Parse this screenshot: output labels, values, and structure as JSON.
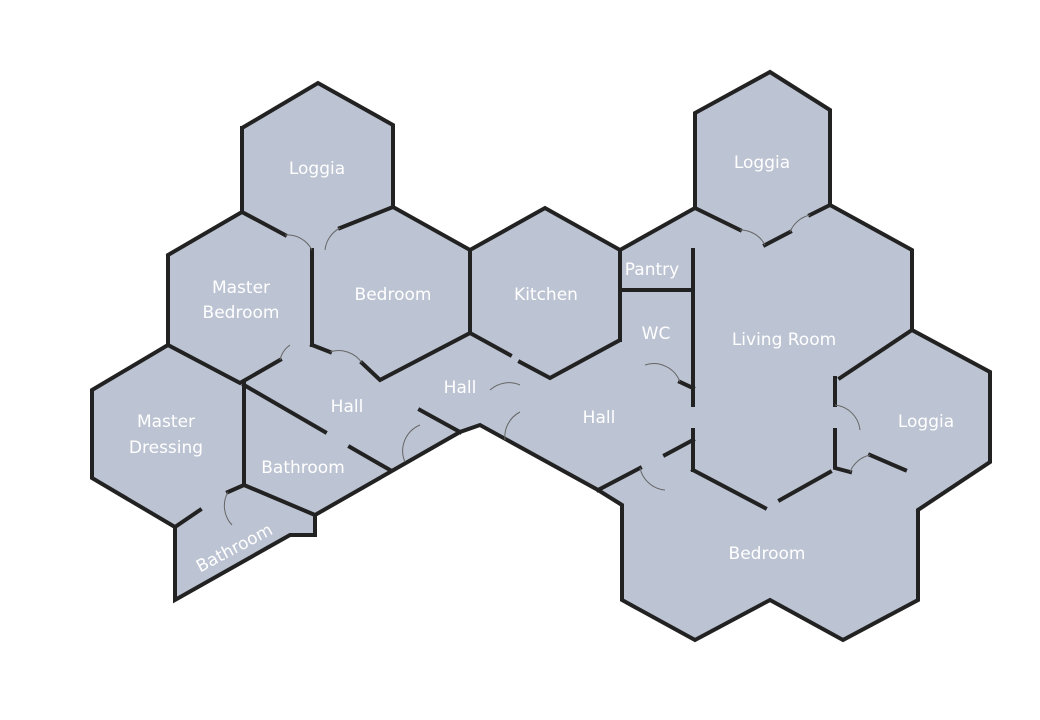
{
  "floor_plan": {
    "fill_color": "#BCC3D2",
    "wall_color": "#222222",
    "rooms": [
      {
        "name": "Loggia",
        "lines": [
          "Loggia"
        ]
      },
      {
        "name": "Master Bedroom",
        "lines": [
          "Master",
          "Bedroom"
        ]
      },
      {
        "name": "Bedroom",
        "lines": [
          "Bedroom"
        ]
      },
      {
        "name": "Kitchen",
        "lines": [
          "Kitchen"
        ]
      },
      {
        "name": "Loggia",
        "lines": [
          "Loggia"
        ]
      },
      {
        "name": "Pantry",
        "lines": [
          "Pantry"
        ]
      },
      {
        "name": "WC",
        "lines": [
          "WC"
        ]
      },
      {
        "name": "Living Room",
        "lines": [
          "Living Room"
        ]
      },
      {
        "name": "Loggia",
        "lines": [
          "Loggia"
        ]
      },
      {
        "name": "Master Dressing",
        "lines": [
          "Master",
          "Dressing"
        ]
      },
      {
        "name": "Hall",
        "lines": [
          "Hall"
        ]
      },
      {
        "name": "Hall",
        "lines": [
          "Hall"
        ]
      },
      {
        "name": "Hall",
        "lines": [
          "Hall"
        ]
      },
      {
        "name": "Bathroom",
        "lines": [
          "Bathroom"
        ]
      },
      {
        "name": "Bathroom",
        "lines": [
          "Bathroom"
        ]
      },
      {
        "name": "Bedroom",
        "lines": [
          "Bedroom"
        ]
      }
    ]
  }
}
